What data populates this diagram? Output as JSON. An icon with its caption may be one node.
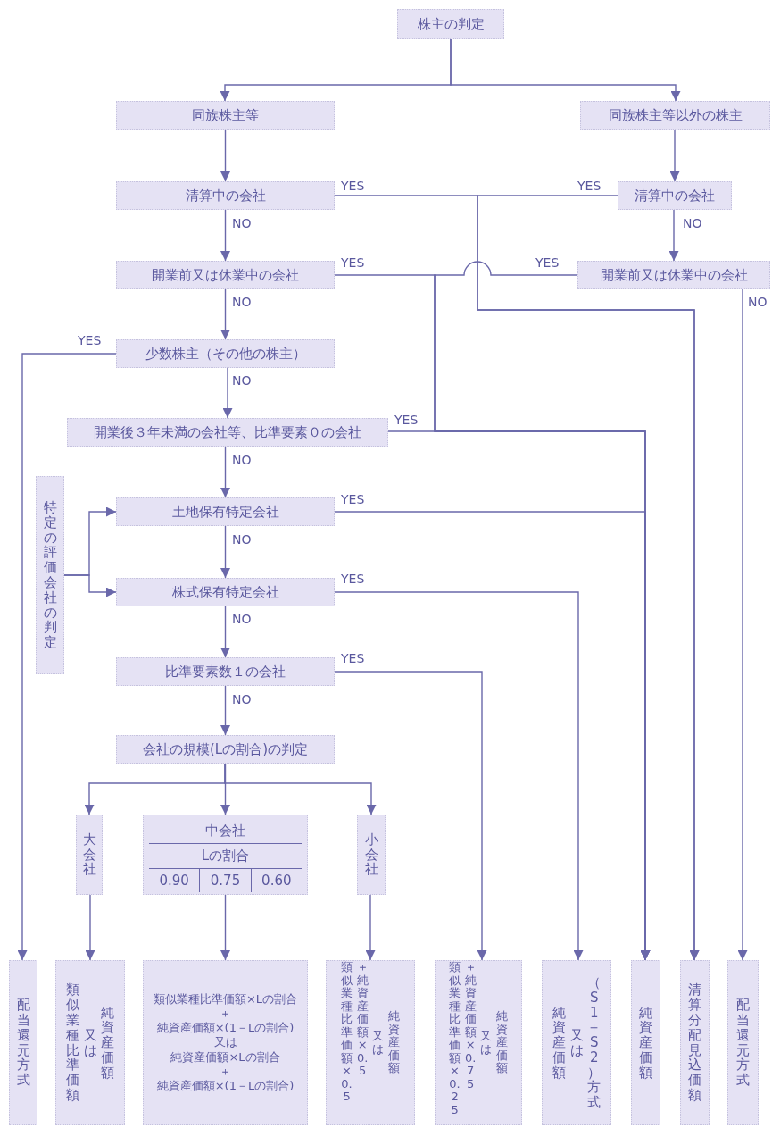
{
  "diagram": {
    "nodes": [
      {
        "text": [
          "株主の判定"
        ]
      },
      {
        "text": [
          "同族株主等"
        ]
      },
      {
        "text": [
          "同族株主等以外の株主"
        ]
      },
      {
        "text": [
          "清算中の会社"
        ]
      },
      {
        "text": [
          "清算中の会社"
        ]
      },
      {
        "text": [
          "開業前又は休業中の会社"
        ]
      },
      {
        "text": [
          "開業前又は休業中の会社"
        ]
      },
      {
        "text": [
          "少数株主（その他の株主）"
        ]
      },
      {
        "text": [
          "開業後３年未満の会社等、比準要素０の会社"
        ]
      },
      {
        "text": [
          "特定の評価会社の判定"
        ]
      },
      {
        "text": [
          "土地保有特定会社"
        ]
      },
      {
        "text": [
          "株式保有特定会社"
        ]
      },
      {
        "text": [
          "比準要素数１の会社"
        ]
      },
      {
        "text": [
          "会社の規模(Lの割合)の判定"
        ]
      },
      {
        "text": [
          "大会社"
        ]
      },
      {
        "text": [
          "中会社",
          "Lの割合",
          "0.90",
          "0.75",
          "0.60"
        ]
      },
      {
        "text": [
          "小会社"
        ]
      },
      {
        "text": [
          "配当還元方式"
        ]
      },
      {
        "text": [
          "類似業種比準価額",
          "又は",
          "純資産価額"
        ]
      },
      {
        "text": [
          "類似業種比準価額×Lの割合",
          "＋",
          "純資産価額×(1－Lの割合)",
          "又は",
          "純資産価額×Lの割合",
          "＋",
          "純資産価額×(1－Lの割合)"
        ]
      },
      {
        "text": [
          "類似業種比準価額×0.5",
          "＋純資産価額×0.5",
          "又は",
          "純資産価額"
        ]
      },
      {
        "text": [
          "類似業種比準価額×0.25",
          "＋純資産価額×0.75",
          "又は",
          "純資産価額"
        ]
      },
      {
        "text": [
          "純資産価額",
          "又は",
          "（S1＋S2）方式"
        ]
      },
      {
        "text": [
          "純資産価額"
        ]
      },
      {
        "text": [
          "清算分配見込価額"
        ]
      },
      {
        "text": [
          "配当還元方式"
        ]
      }
    ],
    "edges": [
      {
        "from": 0,
        "to": 1,
        "arrow": "to"
      },
      {
        "from": 0,
        "to": 2,
        "arrow": "to"
      },
      {
        "from": 1,
        "to": 3,
        "arrow": "to"
      },
      {
        "from": 2,
        "to": 4,
        "arrow": "to"
      },
      {
        "from": 3,
        "to": 5,
        "arrow": "to",
        "label": "NO"
      },
      {
        "from": 4,
        "to": 6,
        "arrow": "to",
        "label": "NO"
      },
      {
        "from": 5,
        "to": 7,
        "arrow": "to",
        "label": "NO"
      },
      {
        "from": 7,
        "to": 8,
        "arrow": "to",
        "label": "NO"
      },
      {
        "from": 8,
        "to": 10,
        "arrow": "to",
        "label": "NO"
      },
      {
        "from": 10,
        "to": 11,
        "arrow": "to",
        "label": "NO"
      },
      {
        "from": 11,
        "to": 12,
        "arrow": "to",
        "label": "NO"
      },
      {
        "from": 12,
        "to": 13,
        "arrow": "to",
        "label": "NO"
      },
      {
        "from": 3,
        "to": 24,
        "arrow": "to",
        "label": "YES"
      },
      {
        "from": 4,
        "to": 24,
        "arrow": "to",
        "label": "YES"
      },
      {
        "from": 5,
        "to": 23,
        "arrow": "to",
        "label": "YES"
      },
      {
        "from": 6,
        "to": 23,
        "arrow": "to",
        "label": "YES"
      },
      {
        "from": 8,
        "to": 23,
        "arrow": "to",
        "label": "YES"
      },
      {
        "from": 10,
        "to": 23,
        "arrow": "to",
        "label": "YES"
      },
      {
        "from": 6,
        "to": 25,
        "arrow": "to",
        "label": "NO"
      },
      {
        "from": 7,
        "to": 17,
        "arrow": "to",
        "label": "YES"
      },
      {
        "from": 9,
        "to": 10,
        "arrow": "to"
      },
      {
        "from": 9,
        "to": 11,
        "arrow": "to"
      },
      {
        "from": 11,
        "to": 22,
        "arrow": "to",
        "label": "YES"
      },
      {
        "from": 12,
        "to": 21,
        "arrow": "to",
        "label": "YES"
      },
      {
        "from": 13,
        "to": 14,
        "arrow": "to"
      },
      {
        "from": 13,
        "to": 15,
        "arrow": "to"
      },
      {
        "from": 13,
        "to": 16,
        "arrow": "to"
      },
      {
        "from": 14,
        "to": 18,
        "arrow": "to"
      },
      {
        "from": 15,
        "to": 19,
        "arrow": "to"
      },
      {
        "from": 16,
        "to": 20,
        "arrow": "to"
      }
    ]
  }
}
